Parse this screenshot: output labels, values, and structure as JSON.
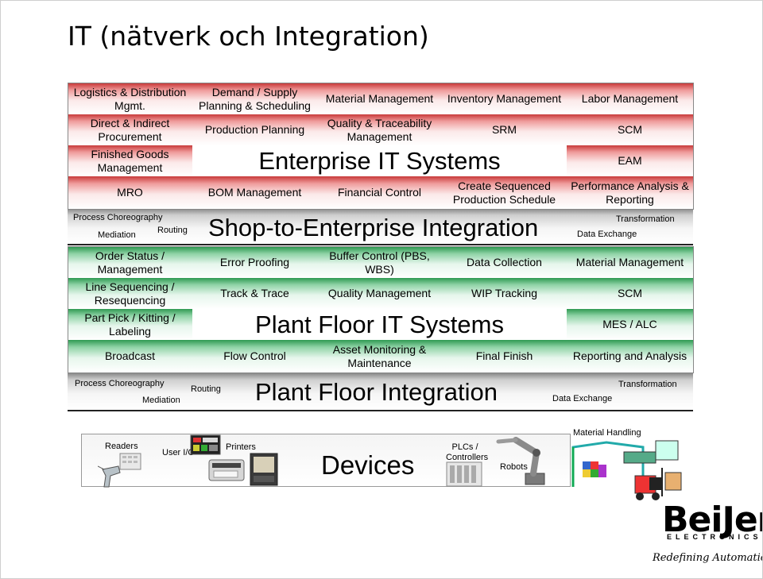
{
  "title": "IT (nätverk och Integration)",
  "enterprise": {
    "heading": "Enterprise IT Systems",
    "cells": {
      "logistics": "Logistics & Distribution Mgmt.",
      "demand": "Demand / Supply Planning & Scheduling",
      "material": "Material Management",
      "inventory": "Inventory Management",
      "labor": "Labor Management",
      "procurement": "Direct & Indirect Procurement",
      "production_planning": "Production Planning",
      "quality": "Quality & Traceability Management",
      "srm": "SRM",
      "scm": "SCM",
      "finished_goods": "Finished Goods Management",
      "eam": "EAM",
      "mro": "MRO",
      "bom": "BOM Management",
      "financial": "Financial Control",
      "sequenced": "Create Sequenced Production Schedule",
      "performance": "Performance Analysis & Reporting"
    }
  },
  "shop_band": {
    "heading": "Shop-to-Enterprise Integration",
    "process_choreography": "Process Choreography",
    "mediation": "Mediation",
    "routing": "Routing",
    "transformation": "Transformation",
    "data_exchange": "Data Exchange"
  },
  "plant": {
    "heading": "Plant Floor IT Systems",
    "cells": {
      "order_status": "Order Status / Management",
      "error_proofing": "Error Proofing",
      "buffer_control": "Buffer Control (PBS, WBS)",
      "data_collection": "Data Collection",
      "material": "Material Management",
      "line_sequencing": "Line Sequencing / Resequencing",
      "track_trace": "Track & Trace",
      "quality": "Quality Management",
      "wip": "WIP Tracking",
      "scm": "SCM",
      "part_pick": "Part Pick / Kitting / Labeling",
      "mes": "MES / ALC",
      "broadcast": "Broadcast",
      "flow_control": "Flow Control",
      "asset": "Asset Monitoring & Maintenance",
      "final_finish": "Final Finish",
      "reporting": "Reporting and Analysis"
    }
  },
  "plant_band": {
    "heading": "Plant Floor Integration",
    "process_choreography": "Process Choreography",
    "mediation": "Mediation",
    "routing": "Routing",
    "transformation": "Transformation",
    "data_exchange": "Data Exchange"
  },
  "devices": {
    "heading": "Devices",
    "readers": "Readers",
    "user_io": "User I/O",
    "printers": "Printers",
    "plcs": "PLCs / Controllers",
    "robots": "Robots",
    "material_handling": "Material Handling"
  },
  "logo": {
    "brand": "BeiJer",
    "sub": "ELECTRONICS",
    "tagline": "Redefining Automation™"
  },
  "colors": {
    "red_accent": "#c83a3a",
    "green_accent": "#2f9a52",
    "band_gray": "#8a8a8a"
  }
}
